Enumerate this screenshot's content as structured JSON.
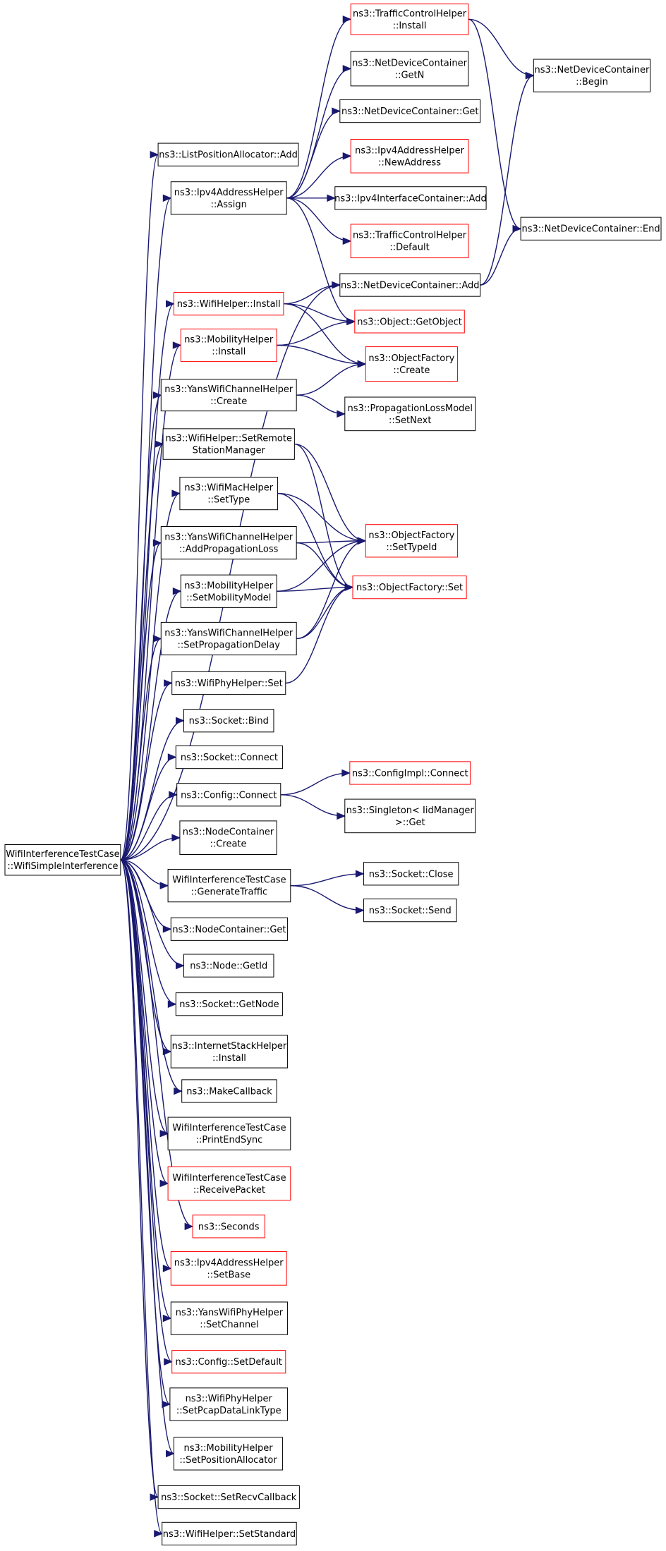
{
  "colors": {
    "edge": "#191970",
    "border_normal": "#000000",
    "border_red": "#ff0000",
    "root_fill": "#bfbfbf"
  },
  "nodes": [
    {
      "id": "root",
      "lines": [
        "WifiInterferenceTestCase",
        "::WifiSimpleInterference"
      ],
      "style": "root"
    },
    {
      "id": "tch_install",
      "lines": [
        "ns3::TrafficControlHelper",
        "::Install"
      ],
      "style": "red"
    },
    {
      "id": "ndc_getn",
      "lines": [
        "ns3::NetDeviceContainer",
        "::GetN"
      ],
      "style": "normal"
    },
    {
      "id": "ndc_begin",
      "lines": [
        "ns3::NetDeviceContainer",
        "::Begin"
      ],
      "style": "normal"
    },
    {
      "id": "ndc_get",
      "lines": [
        "ns3::NetDeviceContainer::Get"
      ],
      "style": "normal"
    },
    {
      "id": "lpa_add",
      "lines": [
        "ns3::ListPositionAllocator::Add"
      ],
      "style": "normal"
    },
    {
      "id": "ipv4ah_newaddr",
      "lines": [
        "ns3::Ipv4AddressHelper",
        "::NewAddress"
      ],
      "style": "red"
    },
    {
      "id": "ipv4ah_assign",
      "lines": [
        "ns3::Ipv4AddressHelper",
        "::Assign"
      ],
      "style": "normal"
    },
    {
      "id": "ipv4ic_add",
      "lines": [
        "ns3::Ipv4InterfaceContainer::Add"
      ],
      "style": "normal"
    },
    {
      "id": "ndc_end",
      "lines": [
        "ns3::NetDeviceContainer::End"
      ],
      "style": "normal"
    },
    {
      "id": "tch_default",
      "lines": [
        "ns3::TrafficControlHelper",
        "::Default"
      ],
      "style": "red"
    },
    {
      "id": "ndc_add",
      "lines": [
        "ns3::NetDeviceContainer::Add"
      ],
      "style": "normal"
    },
    {
      "id": "wh_install",
      "lines": [
        "ns3::WifiHelper::Install"
      ],
      "style": "red"
    },
    {
      "id": "obj_getobject",
      "lines": [
        "ns3::Object::GetObject"
      ],
      "style": "red"
    },
    {
      "id": "mh_install",
      "lines": [
        "ns3::MobilityHelper",
        "::Install"
      ],
      "style": "red"
    },
    {
      "id": "of_create",
      "lines": [
        "ns3::ObjectFactory",
        "::Create"
      ],
      "style": "red"
    },
    {
      "id": "ywch_create",
      "lines": [
        "ns3::YansWifiChannelHelper",
        "::Create"
      ],
      "style": "normal"
    },
    {
      "id": "plm_setnext",
      "lines": [
        "ns3::PropagationLossModel",
        "::SetNext"
      ],
      "style": "normal"
    },
    {
      "id": "wh_setremote",
      "lines": [
        "ns3::WifiHelper::SetRemote",
        "StationManager"
      ],
      "style": "normal"
    },
    {
      "id": "wmh_settype",
      "lines": [
        "ns3::WifiMacHelper",
        "::SetType"
      ],
      "style": "normal"
    },
    {
      "id": "of_settypeid",
      "lines": [
        "ns3::ObjectFactory",
        "::SetTypeId"
      ],
      "style": "red"
    },
    {
      "id": "ywch_addprop",
      "lines": [
        "ns3::YansWifiChannelHelper",
        "::AddPropagationLoss"
      ],
      "style": "normal"
    },
    {
      "id": "mh_setmob",
      "lines": [
        "ns3::MobilityHelper",
        "::SetMobilityModel"
      ],
      "style": "normal"
    },
    {
      "id": "of_set",
      "lines": [
        "ns3::ObjectFactory::Set"
      ],
      "style": "red"
    },
    {
      "id": "ywch_setdelay",
      "lines": [
        "ns3::YansWifiChannelHelper",
        "::SetPropagationDelay"
      ],
      "style": "normal"
    },
    {
      "id": "wph_set",
      "lines": [
        "ns3::WifiPhyHelper::Set"
      ],
      "style": "normal"
    },
    {
      "id": "sock_bind",
      "lines": [
        "ns3::Socket::Bind"
      ],
      "style": "normal"
    },
    {
      "id": "sock_connect",
      "lines": [
        "ns3::Socket::Connect"
      ],
      "style": "normal"
    },
    {
      "id": "cfgimpl_connect",
      "lines": [
        "ns3::ConfigImpl::Connect"
      ],
      "style": "red"
    },
    {
      "id": "cfg_connect",
      "lines": [
        "ns3::Config::Connect"
      ],
      "style": "normal"
    },
    {
      "id": "singleton_get",
      "lines": [
        "ns3::Singleton< IidManager",
        ">::Get"
      ],
      "style": "normal"
    },
    {
      "id": "nc_create",
      "lines": [
        "ns3::NodeContainer",
        "::Create"
      ],
      "style": "normal"
    },
    {
      "id": "witc_gentraffic",
      "lines": [
        "WifiInterferenceTestCase",
        "::GenerateTraffic"
      ],
      "style": "normal"
    },
    {
      "id": "sock_close",
      "lines": [
        "ns3::Socket::Close"
      ],
      "style": "normal"
    },
    {
      "id": "sock_send",
      "lines": [
        "ns3::Socket::Send"
      ],
      "style": "normal"
    },
    {
      "id": "nc_get",
      "lines": [
        "ns3::NodeContainer::Get"
      ],
      "style": "normal"
    },
    {
      "id": "node_getid",
      "lines": [
        "ns3::Node::GetId"
      ],
      "style": "normal"
    },
    {
      "id": "sock_getnode",
      "lines": [
        "ns3::Socket::GetNode"
      ],
      "style": "normal"
    },
    {
      "id": "ish_install",
      "lines": [
        "ns3::InternetStackHelper",
        "::Install"
      ],
      "style": "normal"
    },
    {
      "id": "makecallback",
      "lines": [
        "ns3::MakeCallback"
      ],
      "style": "normal"
    },
    {
      "id": "witc_printend",
      "lines": [
        "WifiInterferenceTestCase",
        "::PrintEndSync"
      ],
      "style": "normal"
    },
    {
      "id": "witc_recvpacket",
      "lines": [
        "WifiInterferenceTestCase",
        "::ReceivePacket"
      ],
      "style": "red"
    },
    {
      "id": "seconds",
      "lines": [
        "ns3::Seconds"
      ],
      "style": "red"
    },
    {
      "id": "ipv4ah_setbase",
      "lines": [
        "ns3::Ipv4AddressHelper",
        "::SetBase"
      ],
      "style": "red"
    },
    {
      "id": "ywph_setchannel",
      "lines": [
        "ns3::YansWifiPhyHelper",
        "::SetChannel"
      ],
      "style": "normal"
    },
    {
      "id": "cfg_setdefault",
      "lines": [
        "ns3::Config::SetDefault"
      ],
      "style": "red"
    },
    {
      "id": "wph_setpcap",
      "lines": [
        "ns3::WifiPhyHelper",
        "::SetPcapDataLinkType"
      ],
      "style": "normal"
    },
    {
      "id": "mh_setposalloc",
      "lines": [
        "ns3::MobilityHelper",
        "::SetPositionAllocator"
      ],
      "style": "normal"
    },
    {
      "id": "sock_setrecv",
      "lines": [
        "ns3::Socket::SetRecvCallback"
      ],
      "style": "normal"
    },
    {
      "id": "wh_setstandard",
      "lines": [
        "ns3::WifiHelper::SetStandard"
      ],
      "style": "normal"
    }
  ],
  "edges": [
    [
      "root",
      "lpa_add"
    ],
    [
      "root",
      "ipv4ah_assign"
    ],
    [
      "root",
      "ndc_add"
    ],
    [
      "root",
      "wh_install"
    ],
    [
      "root",
      "mh_install"
    ],
    [
      "root",
      "ywch_create"
    ],
    [
      "root",
      "wh_setremote"
    ],
    [
      "root",
      "wmh_settype"
    ],
    [
      "root",
      "ywch_addprop"
    ],
    [
      "root",
      "mh_setmob"
    ],
    [
      "root",
      "ywch_setdelay"
    ],
    [
      "root",
      "wph_set"
    ],
    [
      "root",
      "sock_bind"
    ],
    [
      "root",
      "sock_connect"
    ],
    [
      "root",
      "cfg_connect"
    ],
    [
      "root",
      "nc_create"
    ],
    [
      "root",
      "witc_gentraffic"
    ],
    [
      "root",
      "nc_get"
    ],
    [
      "root",
      "node_getid"
    ],
    [
      "root",
      "sock_getnode"
    ],
    [
      "root",
      "ish_install"
    ],
    [
      "root",
      "makecallback"
    ],
    [
      "root",
      "witc_printend"
    ],
    [
      "root",
      "witc_recvpacket"
    ],
    [
      "root",
      "seconds"
    ],
    [
      "root",
      "ipv4ah_setbase"
    ],
    [
      "root",
      "ywph_setchannel"
    ],
    [
      "root",
      "cfg_setdefault"
    ],
    [
      "root",
      "wph_setpcap"
    ],
    [
      "root",
      "mh_setposalloc"
    ],
    [
      "root",
      "sock_setrecv"
    ],
    [
      "root",
      "wh_setstandard"
    ],
    [
      "ipv4ah_assign",
      "tch_install"
    ],
    [
      "ipv4ah_assign",
      "ndc_getn"
    ],
    [
      "ipv4ah_assign",
      "ndc_get"
    ],
    [
      "ipv4ah_assign",
      "ipv4ah_newaddr"
    ],
    [
      "ipv4ah_assign",
      "ipv4ic_add"
    ],
    [
      "ipv4ah_assign",
      "tch_default"
    ],
    [
      "ipv4ah_assign",
      "obj_getobject"
    ],
    [
      "tch_install",
      "ndc_begin"
    ],
    [
      "tch_install",
      "ndc_end"
    ],
    [
      "ndc_add",
      "ndc_begin"
    ],
    [
      "ndc_add",
      "ndc_end"
    ],
    [
      "wh_install",
      "ndc_add"
    ],
    [
      "wh_install",
      "obj_getobject"
    ],
    [
      "wh_install",
      "of_create"
    ],
    [
      "mh_install",
      "obj_getobject"
    ],
    [
      "mh_install",
      "of_create"
    ],
    [
      "ywch_create",
      "of_create"
    ],
    [
      "ywch_create",
      "plm_setnext"
    ],
    [
      "wh_setremote",
      "of_settypeid"
    ],
    [
      "wh_setremote",
      "of_set"
    ],
    [
      "wmh_settype",
      "of_settypeid"
    ],
    [
      "wmh_settype",
      "of_set"
    ],
    [
      "ywch_addprop",
      "of_settypeid"
    ],
    [
      "ywch_addprop",
      "of_set"
    ],
    [
      "mh_setmob",
      "of_settypeid"
    ],
    [
      "mh_setmob",
      "of_set"
    ],
    [
      "ywch_setdelay",
      "of_settypeid"
    ],
    [
      "ywch_setdelay",
      "of_set"
    ],
    [
      "wph_set",
      "of_set"
    ],
    [
      "cfg_connect",
      "cfgimpl_connect"
    ],
    [
      "cfg_connect",
      "singleton_get"
    ],
    [
      "witc_gentraffic",
      "sock_close"
    ],
    [
      "witc_gentraffic",
      "sock_send"
    ]
  ]
}
